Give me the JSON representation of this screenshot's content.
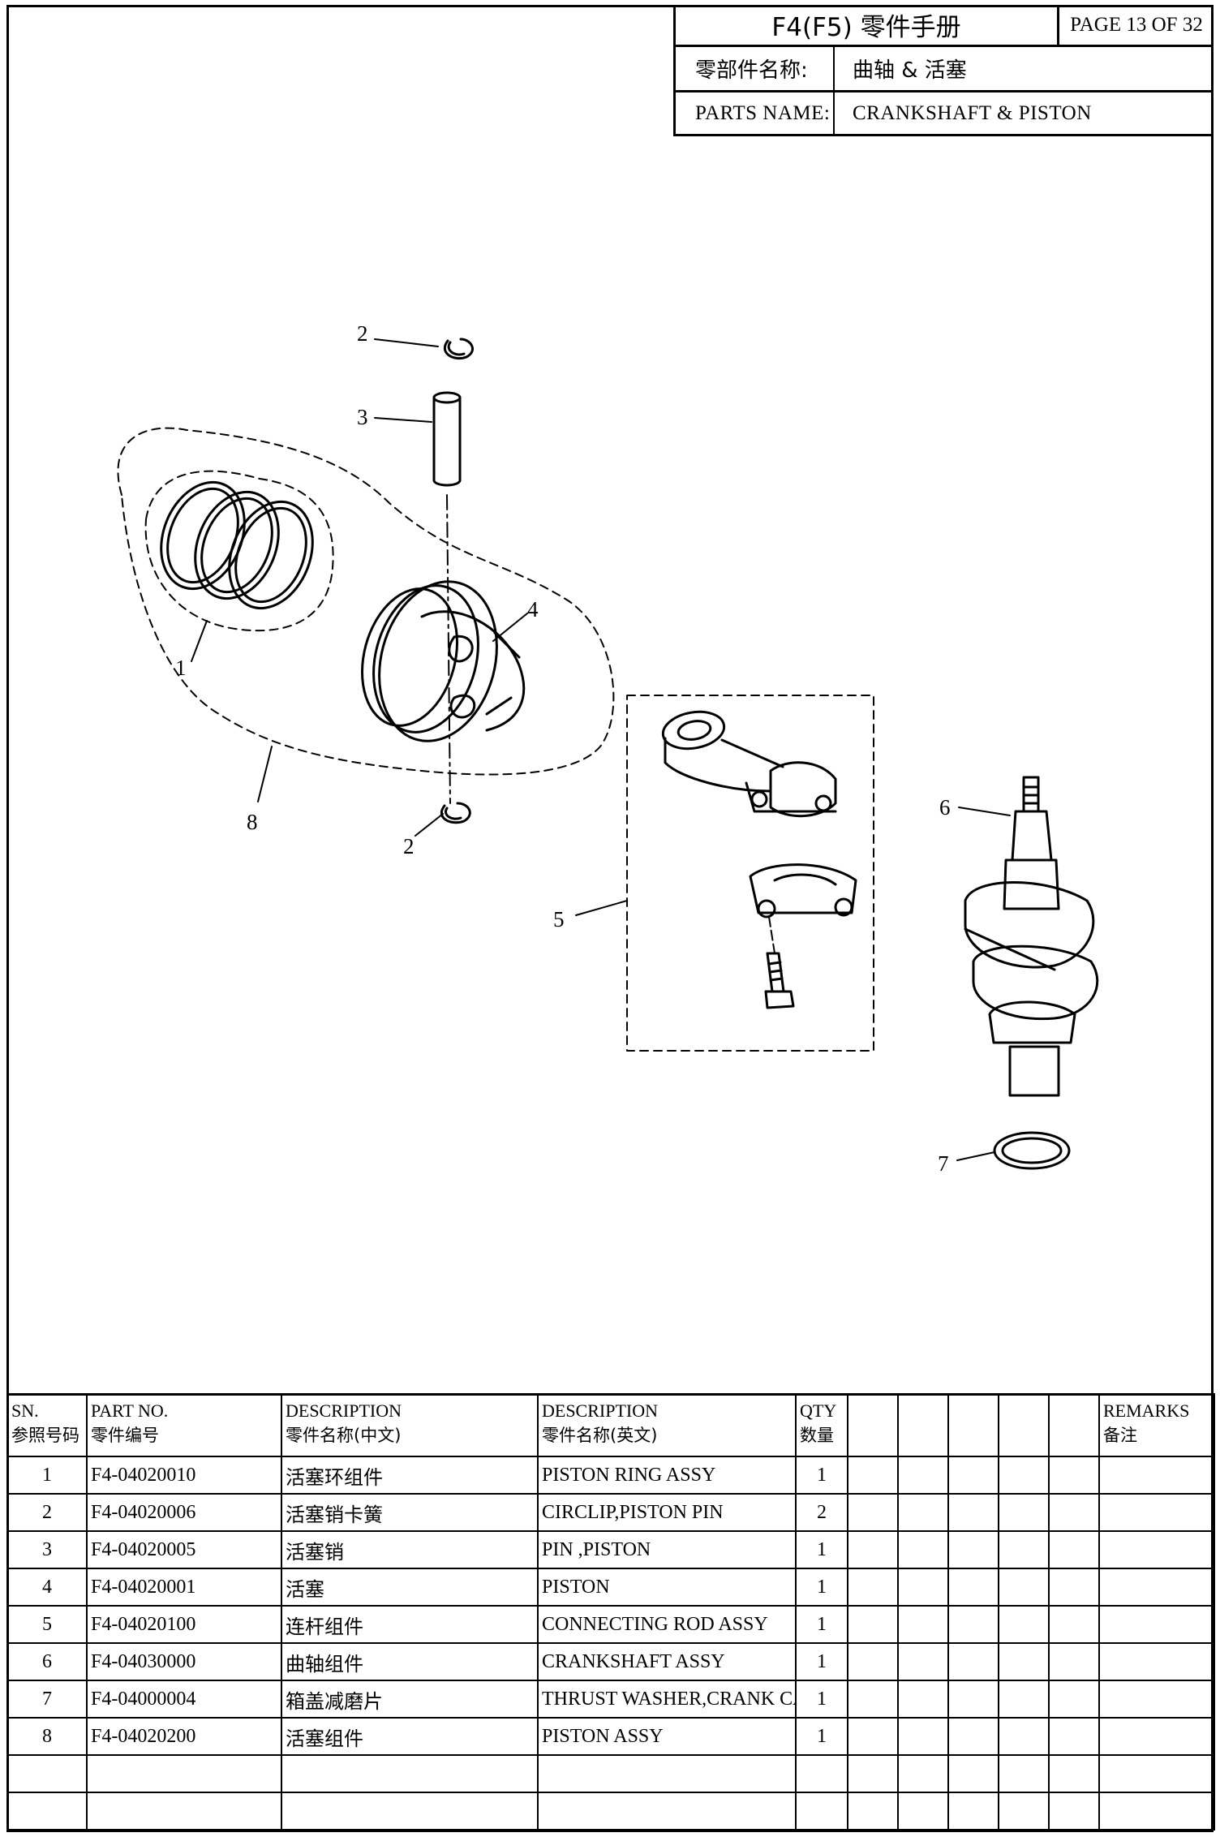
{
  "title_block": {
    "title": "F4(F5) 零件手册",
    "page": "PAGE 13 OF 32",
    "name_label_cn": "零部件名称:",
    "name_value_cn": "曲轴 & 活塞",
    "name_label_en": "PARTS NAME:",
    "name_value_en": "CRANKSHAFT & PISTON"
  },
  "callouts": [
    "2",
    "3",
    "4",
    "1",
    "8",
    "2",
    "5",
    "6",
    "7"
  ],
  "table": {
    "headers": {
      "sn": [
        "SN.",
        "参照号码"
      ],
      "part_no": [
        "PART NO.",
        "零件编号"
      ],
      "desc_cn": [
        "DESCRIPTION",
        "零件名称(中文)"
      ],
      "desc_en": [
        "DESCRIPTION",
        "零件名称(英文)"
      ],
      "qty": [
        "QTY",
        "数量"
      ],
      "remarks": [
        "REMARKS",
        "备注"
      ]
    },
    "rows": [
      {
        "sn": "1",
        "part_no": "F4-04020010",
        "desc_cn": "活塞环组件",
        "desc_en": "PISTON RING ASSY",
        "qty": "1"
      },
      {
        "sn": "2",
        "part_no": "F4-04020006",
        "desc_cn": "活塞销卡簧",
        "desc_en": "CIRCLIP,PISTON PIN",
        "qty": "2"
      },
      {
        "sn": "3",
        "part_no": "F4-04020005",
        "desc_cn": "活塞销",
        "desc_en": "PIN ,PISTON",
        "qty": "1"
      },
      {
        "sn": "4",
        "part_no": "F4-04020001",
        "desc_cn": "活塞",
        "desc_en": "PISTON",
        "qty": "1"
      },
      {
        "sn": "5",
        "part_no": "F4-04020100",
        "desc_cn": "连杆组件",
        "desc_en": "CONNECTING ROD ASSY",
        "qty": "1"
      },
      {
        "sn": "6",
        "part_no": "F4-04030000",
        "desc_cn": "曲轴组件",
        "desc_en": "CRANKSHAFT ASSY",
        "qty": "1"
      },
      {
        "sn": "7",
        "part_no": "F4-04000004",
        "desc_cn": "箱盖减磨片",
        "desc_en": "THRUST WASHER,CRANK CASE",
        "qty": "1"
      },
      {
        "sn": "8",
        "part_no": "F4-04020200",
        "desc_cn": "活塞组件",
        "desc_en": "PISTON ASSY",
        "qty": "1"
      }
    ]
  }
}
